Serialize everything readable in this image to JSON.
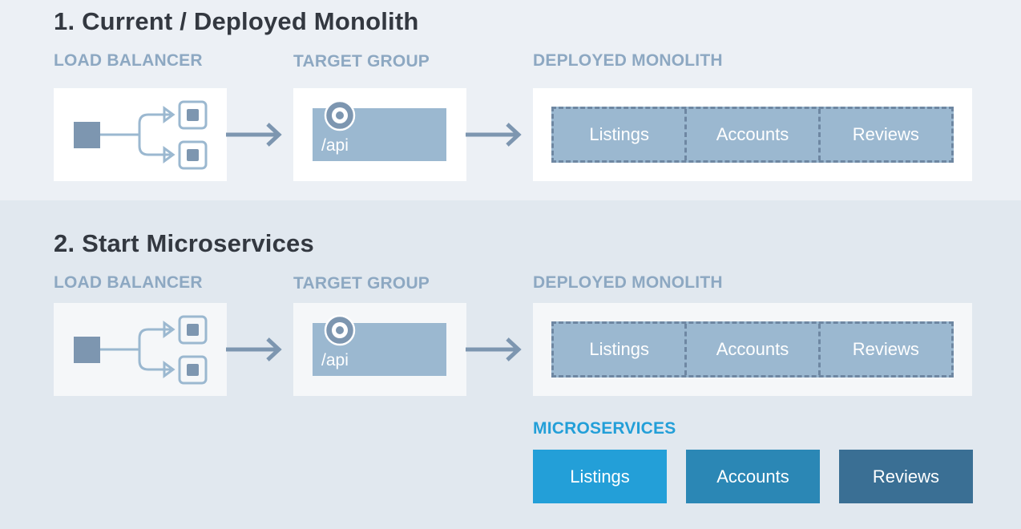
{
  "sections": [
    {
      "title": "1. Current / Deployed Monolith",
      "load_balancer_label": "LOAD BALANCER",
      "target_group_label": "TARGET GROUP",
      "monolith_label": "DEPLOYED MONOLITH",
      "target_path": "/api",
      "monolith_modules": [
        "Listings",
        "Accounts",
        "Reviews"
      ]
    },
    {
      "title": "2. Start Microservices",
      "load_balancer_label": "LOAD BALANCER",
      "target_group_label": "TARGET GROUP",
      "monolith_label": "DEPLOYED MONOLITH",
      "target_path": "/api",
      "monolith_modules": [
        "Listings",
        "Accounts",
        "Reviews"
      ],
      "microservices_label": "MICROSERVICES",
      "microservices": [
        "Listings",
        "Accounts",
        "Reviews"
      ]
    }
  ],
  "colors": {
    "section1_bg": "#ecf0f5",
    "section2_bg": "#e1e8ef",
    "label": "#8da8c2",
    "box_fill": "#9bb8d0",
    "dashed_border": "#6e87a2",
    "arrow": "#7d96b0",
    "microservice_listings": "#239fd8",
    "microservice_accounts": "#2b87b5",
    "microservice_reviews": "#3a6f94"
  },
  "icons": [
    "load-balancer-icon",
    "target-icon",
    "arrow-right-icon"
  ]
}
